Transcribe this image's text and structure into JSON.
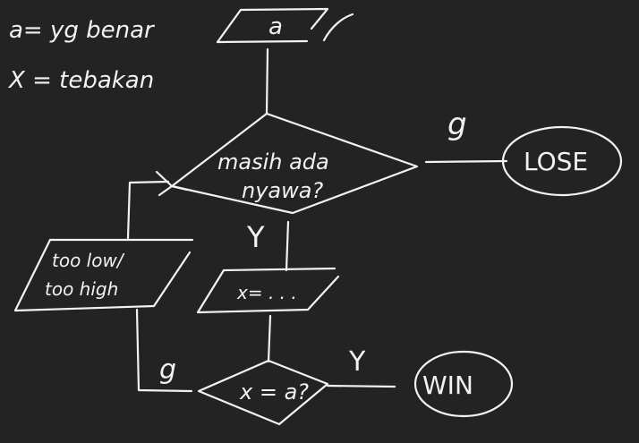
{
  "notes": {
    "line1": "a= yg benar",
    "line2": "X = tebakan"
  },
  "nodes": {
    "input_a": "a",
    "diamond_lives_line1": "masih ada",
    "diamond_lives_line2": "nyawa?",
    "lose": "LOSE",
    "too_line1": "too low/",
    "too_line2": "too high",
    "input_x": "x= . . .",
    "diamond_guess": "x = a?",
    "win": "WIN"
  },
  "edges": {
    "lives_no": "g",
    "lives_yes": "Y",
    "guess_no": "g",
    "guess_yes": "Y"
  }
}
